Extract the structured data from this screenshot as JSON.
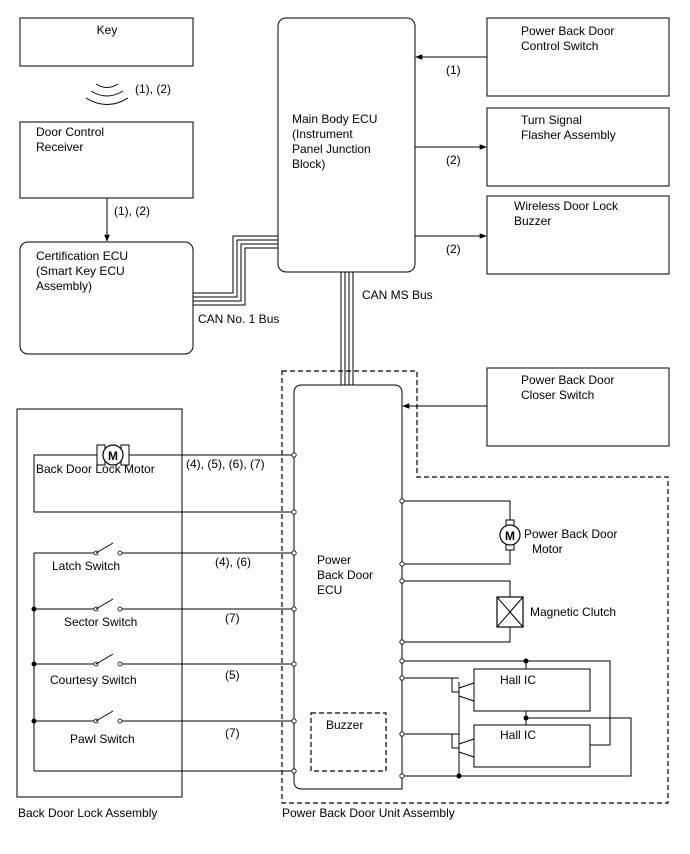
{
  "blocks": {
    "key": "Key",
    "door_control_receiver": [
      "Door Control",
      "Receiver"
    ],
    "certification_ecu": [
      "Certification ECU",
      "(Smart Key ECU",
      "Assembly)"
    ],
    "main_body_ecu": [
      "Main Body ECU",
      "(Instrument",
      "Panel Junction",
      "Block)"
    ],
    "pbd_control_switch": [
      "Power Back Door",
      "Control Switch"
    ],
    "turn_signal_flasher": [
      "Turn Signal",
      "Flasher Assembly"
    ],
    "wireless_buzzer": [
      "Wireless Door Lock",
      "Buzzer"
    ],
    "pbd_closer_switch": [
      "Power Back Door",
      "Closer Switch"
    ],
    "pbd_ecu": [
      "Power",
      "Back Door",
      "ECU"
    ],
    "buzzer": "Buzzer",
    "pbd_motor": [
      "Power Back Door",
      "Motor"
    ],
    "magnetic_clutch": "Magnetic Clutch",
    "hall_ic_1": "Hall IC",
    "hall_ic_2": "Hall IC",
    "back_door_lock_motor": "Back Door Lock Motor",
    "latch_switch": "Latch Switch",
    "sector_switch": "Sector Switch",
    "courtesy_switch": "Courtesy Switch",
    "pawl_switch": "Pawl Switch",
    "motor_symbol": "M"
  },
  "buses": {
    "can1": "CAN No. 1 Bus",
    "canms": "CAN MS Bus"
  },
  "signals": {
    "wireless": "(1), (2)",
    "receiver_to_cert": "(1), (2)",
    "switch_to_main": "(1)",
    "main_to_turn": "(2)",
    "main_to_buzzer": "(2)",
    "lock_motor": "(4), (5), (6), (7)",
    "latch": "(4), (6)",
    "sector": "(7)",
    "courtesy": "(5)",
    "pawl": "(7)"
  },
  "groups": {
    "back_door_lock_assembly": "Back Door Lock Assembly",
    "pbd_unit_assembly": "Power Back Door Unit Assembly"
  }
}
